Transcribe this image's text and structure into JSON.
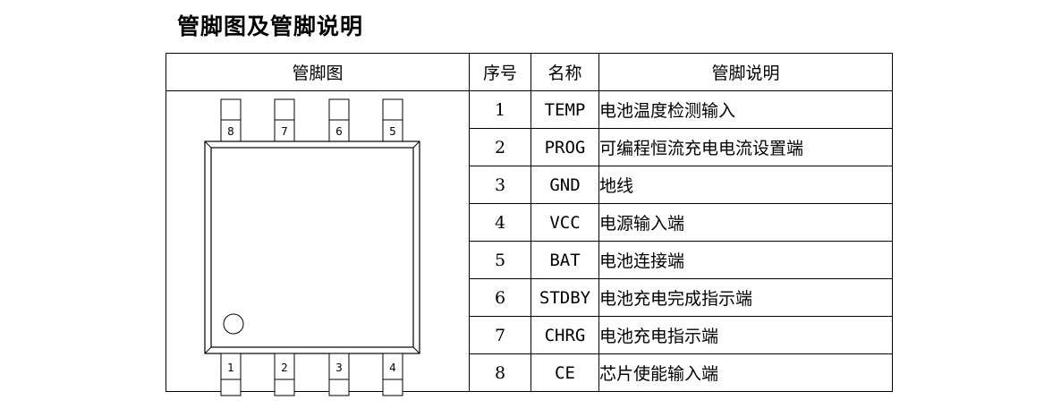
{
  "heading": "管脚图及管脚说明",
  "headers": {
    "diagram": "管脚图",
    "index": "序号",
    "name": "名称",
    "description": "管脚说明"
  },
  "rows": [
    {
      "index": "1",
      "name": "TEMP",
      "description": "电池温度检测输入"
    },
    {
      "index": "2",
      "name": "PROG",
      "description": "可编程恒流充电电流设置端"
    },
    {
      "index": "3",
      "name": "GND",
      "description": "地线"
    },
    {
      "index": "4",
      "name": "VCC",
      "description": "电源输入端"
    },
    {
      "index": "5",
      "name": "BAT",
      "description": "电池连接端"
    },
    {
      "index": "6",
      "name": "STDBY",
      "description": "电池充电完成指示端"
    },
    {
      "index": "7",
      "name": "CHRG",
      "description": "电池充电指示端"
    },
    {
      "index": "8",
      "name": "CE",
      "description": "芯片使能输入端"
    }
  ],
  "diagram": {
    "top_pins": [
      "8",
      "7",
      "6",
      "5"
    ],
    "bottom_pins": [
      "1",
      "2",
      "3",
      "4"
    ]
  }
}
